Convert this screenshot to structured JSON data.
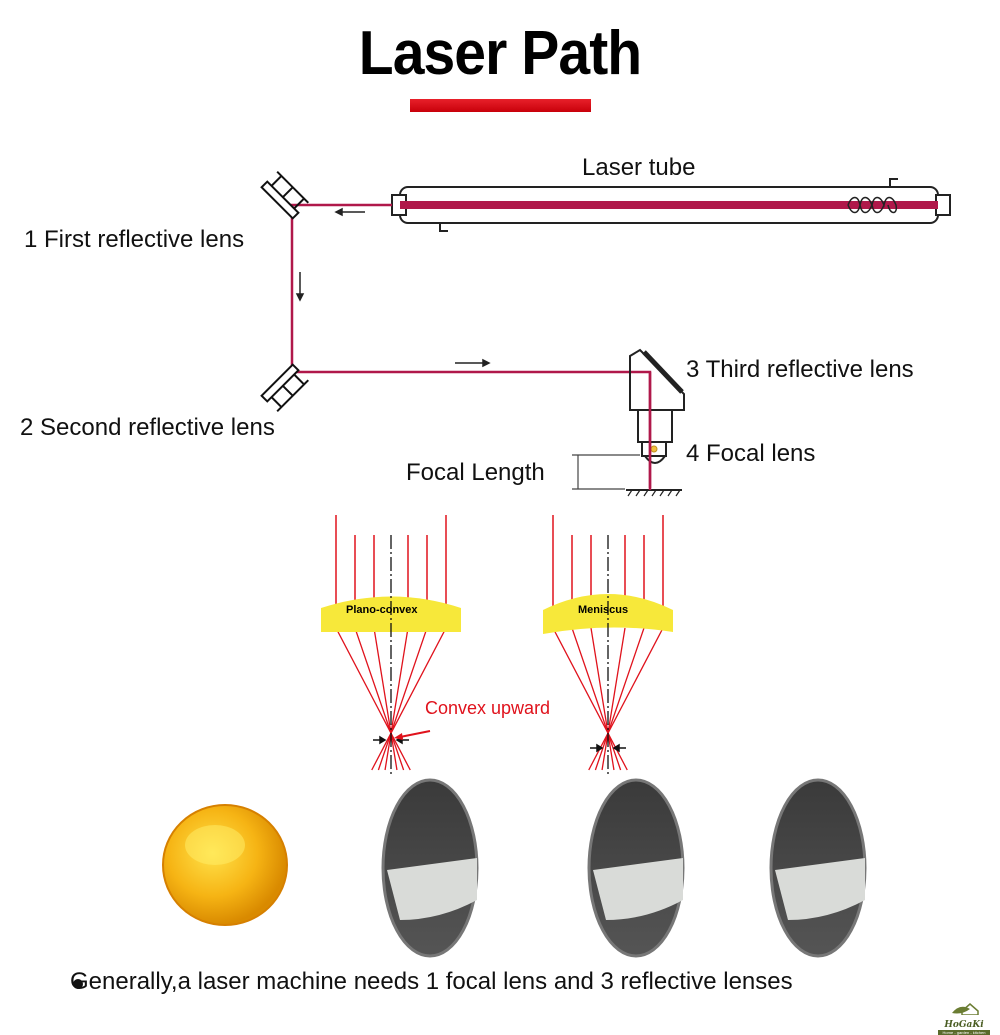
{
  "title": "Laser Path",
  "colors": {
    "accent": "#e0121c",
    "beam": "#b0184a",
    "lens_yellow": "#f7e83a"
  },
  "diagram": {
    "laser_tube_label": "Laser tube",
    "mirror_1_label": "1 First reflective lens",
    "mirror_2_label": "2 Second reflective lens",
    "mirror_3_label": "3 Third reflective lens",
    "focal_lens_label": "4 Focal lens",
    "focal_length_label": "Focal Length"
  },
  "lens_types": [
    {
      "name": "Plano-convex"
    },
    {
      "name": "Meniscus"
    }
  ],
  "annotation": "Convex upward",
  "product_photos": [
    {
      "icon": "focal-lens-photo"
    },
    {
      "icon": "mirror-photo"
    },
    {
      "icon": "mirror-photo"
    },
    {
      "icon": "mirror-photo"
    }
  ],
  "footer_note": "Generally,a laser machine needs 1 focal lens and 3 reflective lenses",
  "logo": {
    "name": "HoGaKi",
    "tagline": "Home - garden - kitchen"
  }
}
